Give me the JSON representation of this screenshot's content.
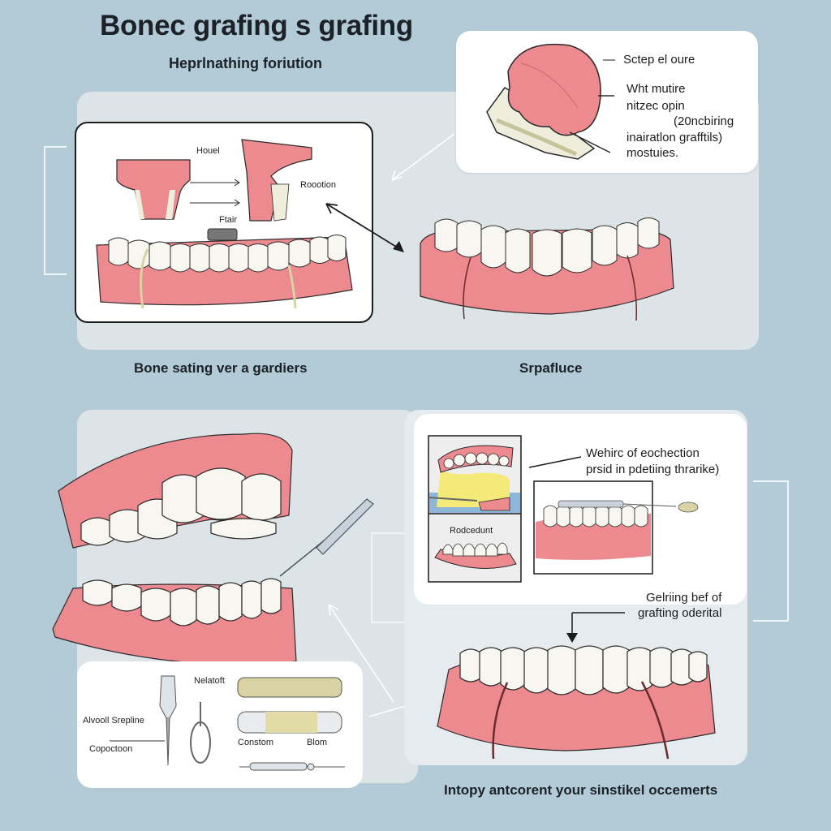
{
  "header": {
    "title": "Bonec grafing s grafing",
    "subtitle": "Heprlnathing foriution"
  },
  "top_left_card": {
    "labels": {
      "top": "Houel",
      "right": "Roootion",
      "middle": "Ftair"
    },
    "caption": "Bone sating ver a gardiers"
  },
  "top_right_callout": {
    "line1": "Sctep el oure",
    "line2": "Wht mutire",
    "line3": "nitzec opin",
    "line4": "(20ncbiring",
    "line5": "inairatlon grafftils)",
    "line6": "mostuies."
  },
  "top_right_panel": {
    "caption": "Srpafluce"
  },
  "bottom_right_card": {
    "callout_line1": "Wehirc of eochection",
    "callout_line2": "prsid in pdetiing thrarike)",
    "inset_label": "Rodcedunt",
    "arrow_label_line1": "Gelriing bef of",
    "arrow_label_line2": "grafting oderital",
    "caption": "Intopy antcorent your sinstikel occemerts"
  },
  "tools_card": {
    "labels": {
      "elevator": "Alvooll Srepline",
      "curette": "Copoctoon",
      "tool_top": "Nelatoft",
      "membrane_left": "Constom",
      "membrane_right": "Blom"
    }
  },
  "colors": {
    "background": "#b3cbd6",
    "panel": "#dde4e8",
    "gum": "#e8888e",
    "gum_dark": "#d4646c",
    "tooth": "#f7f6f0",
    "graft": "#d9d3a4",
    "outline": "#2a2a2a"
  }
}
